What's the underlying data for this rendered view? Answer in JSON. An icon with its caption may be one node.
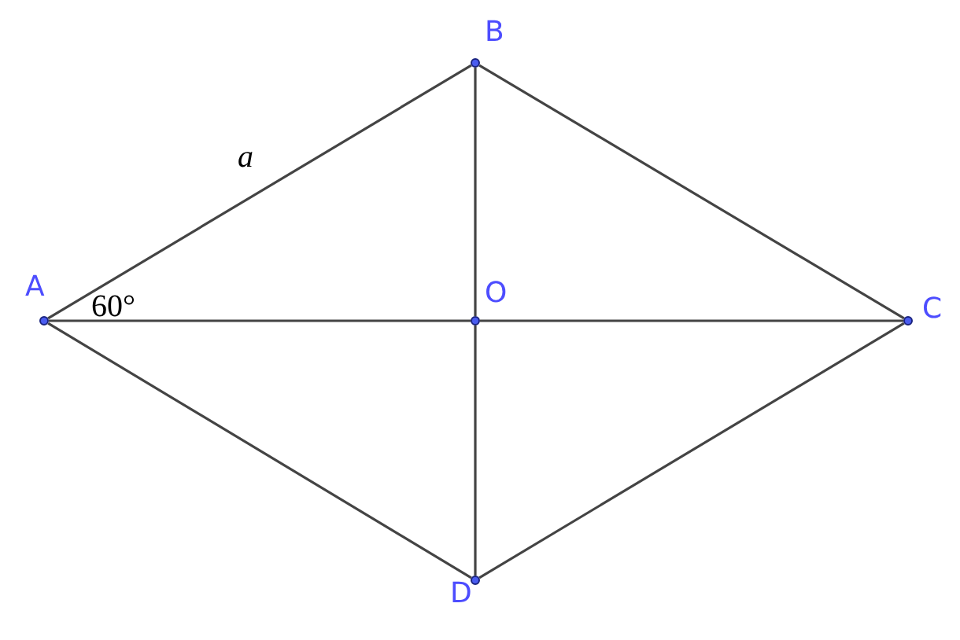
{
  "diagram": {
    "nodes": [
      {
        "text": [
          "A"
        ]
      },
      {
        "text": [
          "B"
        ]
      },
      {
        "text": [
          "C"
        ]
      },
      {
        "text": [
          "D"
        ]
      },
      {
        "text": [
          "O"
        ]
      }
    ],
    "edges": [
      {
        "from": 0,
        "to": 1,
        "arrow": "none",
        "label": "a"
      },
      {
        "from": 1,
        "to": 2,
        "arrow": "none"
      },
      {
        "from": 2,
        "to": 3,
        "arrow": "none"
      },
      {
        "from": 3,
        "to": 0,
        "arrow": "none"
      },
      {
        "from": 0,
        "to": 4,
        "arrow": "none"
      },
      {
        "from": 4,
        "to": 2,
        "arrow": "none"
      },
      {
        "from": 1,
        "to": 4,
        "arrow": "none"
      },
      {
        "from": 4,
        "to": 3,
        "arrow": "none"
      }
    ],
    "labels": [
      "60°"
    ]
  }
}
